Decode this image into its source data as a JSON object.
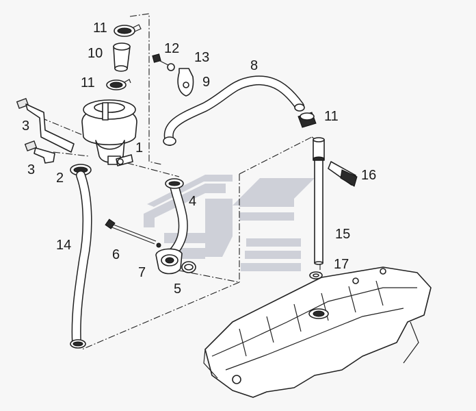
{
  "callouts": [
    {
      "id": "n11a",
      "text": "11"
    },
    {
      "id": "n10",
      "text": "10"
    },
    {
      "id": "n11b",
      "text": "11"
    },
    {
      "id": "n12",
      "text": "12"
    },
    {
      "id": "n13",
      "text": "13"
    },
    {
      "id": "n9",
      "text": "9"
    },
    {
      "id": "n8",
      "text": "8"
    },
    {
      "id": "n11c",
      "text": "11"
    },
    {
      "id": "n3a",
      "text": "3"
    },
    {
      "id": "n3b",
      "text": "3"
    },
    {
      "id": "n1",
      "text": "1"
    },
    {
      "id": "n2",
      "text": "2"
    },
    {
      "id": "n4",
      "text": "4"
    },
    {
      "id": "n16",
      "text": "16"
    },
    {
      "id": "n14",
      "text": "14"
    },
    {
      "id": "n6",
      "text": "6"
    },
    {
      "id": "n15",
      "text": "15"
    },
    {
      "id": "n7",
      "text": "7"
    },
    {
      "id": "n5",
      "text": "5"
    },
    {
      "id": "n17",
      "text": "17"
    }
  ],
  "colors": {
    "line": "#222222",
    "watermark": "#c7cad3",
    "background": "#f7f7f7"
  },
  "watermark": {
    "icon": "stylized-chevron-logo"
  }
}
